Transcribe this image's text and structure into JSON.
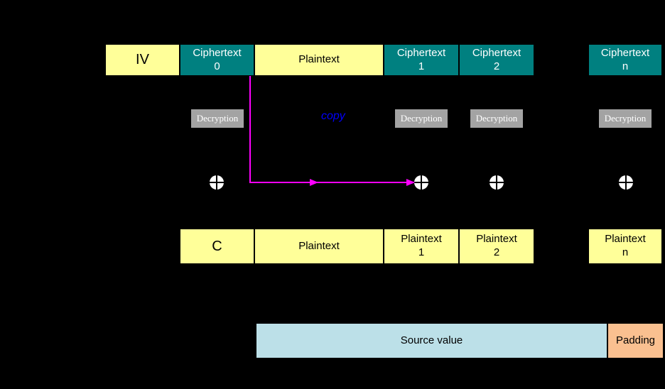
{
  "blocks": {
    "iv": "IV",
    "ciphertext0": "Ciphertext\n0",
    "plaintext_top": "Plaintext",
    "ciphertext1": "Ciphertext\n1",
    "ciphertext2": "Ciphertext\n2",
    "ciphertextn": "Ciphertext\nn",
    "c": "C",
    "plaintext": "Plaintext",
    "plaintext1": "Plaintext\n1",
    "plaintext2": "Plaintext\n2",
    "plaintextn": "Plaintext\nn",
    "source_value": "Source value",
    "padding": "Padding"
  },
  "labels": {
    "decryption": "Decryption",
    "copy": "copy"
  },
  "colors": {
    "background": "#000000",
    "yellow": "#FFFF99",
    "teal": "#008080",
    "gray": "#A3A3A3",
    "lightblue": "#BCE0E8",
    "orange": "#FAC090",
    "arrow": "#FF00FF",
    "copy_text": "#0000FF"
  }
}
